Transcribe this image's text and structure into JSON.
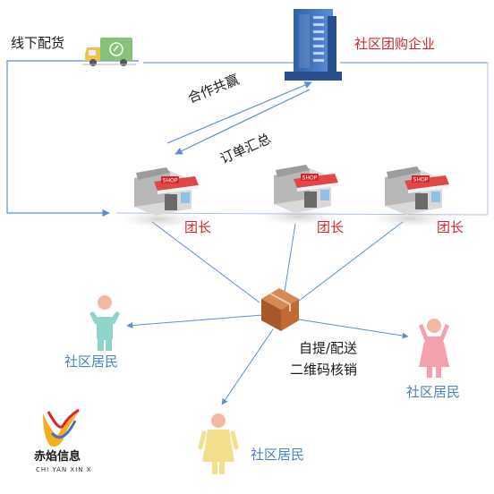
{
  "labels": {
    "offline_delivery": "线下配货",
    "enterprise": "社区团购企业",
    "cooperation": "合作共赢",
    "order_summary": "订单汇总",
    "leader_1": "团长",
    "leader_2": "团长",
    "leader_3": "团长",
    "pickup_line1": "自提/配送",
    "pickup_line2": "二维码核销",
    "resident_left": "社区居民",
    "resident_bottom": "社区居民",
    "resident_right": "社区居民",
    "logo_cn": "赤焰信息",
    "logo_en": "CHI YAN XIN X",
    "shop_sign": "SHOP"
  },
  "colors": {
    "line": "#5b8fd0",
    "red": "#d6262b",
    "blue_text": "#4a84c4"
  }
}
